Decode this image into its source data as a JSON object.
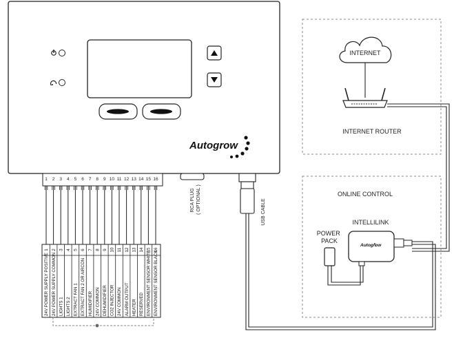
{
  "controller": {
    "brand": "Autogrow",
    "pin_numbers": [
      "1",
      "2",
      "3",
      "4",
      "5",
      "6",
      "7",
      "8",
      "9",
      "10",
      "11",
      "12",
      "13",
      "14",
      "15",
      "16"
    ]
  },
  "terminals": [
    {
      "num": "1",
      "label": "24V POWER SUPPLY POSITIVE"
    },
    {
      "num": "2",
      "label": "24V POWER SUPPLY COMMON"
    },
    {
      "num": "3",
      "label": "LIGHTS 1"
    },
    {
      "num": "4",
      "label": "LIGHTS 2"
    },
    {
      "num": "5",
      "label": "EXTRACT FAN 1"
    },
    {
      "num": "6",
      "label": "EXTRACT FAN 2 OR AIRCON"
    },
    {
      "num": "7",
      "label": "HUMIDIFIER"
    },
    {
      "num": "8",
      "label": "24V COMMON"
    },
    {
      "num": "9",
      "label": "DEHUMIDIFIER"
    },
    {
      "num": "10",
      "label": "CO2 INJECTOR"
    },
    {
      "num": "11",
      "label": "24V COMMON"
    },
    {
      "num": "12",
      "label": "ALARM OUTPUT"
    },
    {
      "num": "13",
      "label": "HEATER"
    },
    {
      "num": "14",
      "label": "RESERVED"
    },
    {
      "num": "15",
      "label": "ENVIRONMENT SENSOR WHITE"
    },
    {
      "num": "16",
      "label": "ENVIRONMENT SENSOR BLACK"
    }
  ],
  "cables": {
    "rca": [
      "RCA PLUG",
      "( OPTIONAL )"
    ],
    "usb": "USB CABLE"
  },
  "internet_box": {
    "cloud": "INTERNET",
    "router": "INTERNET ROUTER"
  },
  "online_box": {
    "title": "ONLINE CONTROL",
    "device": "INTELLILINK",
    "device_brand": "Autogrow",
    "power_pack": [
      "POWER",
      "PACK"
    ]
  }
}
